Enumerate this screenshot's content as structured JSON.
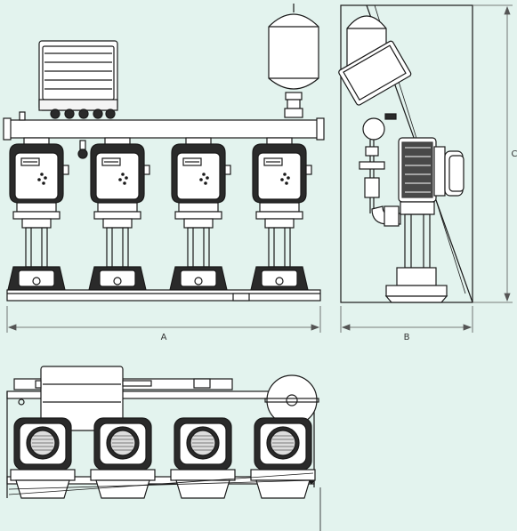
{
  "colors": {
    "background": "#e3f3ee",
    "line": "#1a1a1a",
    "fill": "#ffffff",
    "dark": "#2a2a2a",
    "dim": "#555555"
  },
  "dimensions": {
    "a_label": "A",
    "b_label": "B",
    "c_label": "C"
  },
  "views": {
    "pump_count": 4
  }
}
